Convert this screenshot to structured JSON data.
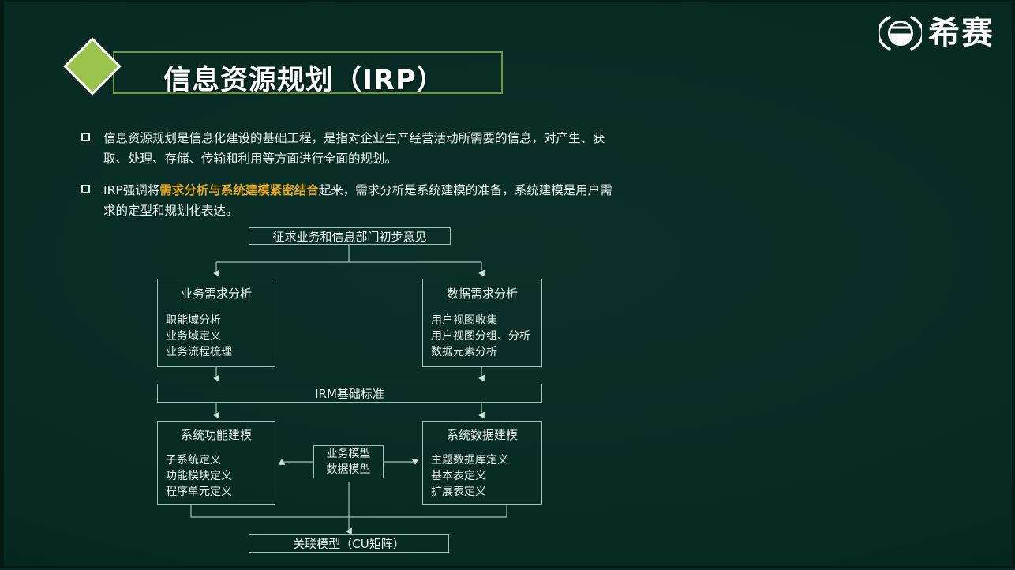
{
  "brand": {
    "logo_text": "希赛",
    "logo_mark": "circle-emblem-icon",
    "accent_green": "#9ac44c",
    "border_green": "#6e9c34",
    "highlight_orange": "#e3a81c",
    "background": "#0a2b25"
  },
  "title": {
    "heading": "信息资源规划（IRP）"
  },
  "bullets": [
    {
      "marker": "hollow-square-bullet",
      "segments": [
        {
          "text": "信息资源规划是信息化建设的基础工程，是指对企业生产经营活动所需要的信息，对产生、获取、处理、存储、传输和利用等方面进行全面的规划。",
          "highlight": false
        }
      ]
    },
    {
      "marker": "hollow-square-bullet",
      "segments": [
        {
          "text": "IRP强调将",
          "highlight": false
        },
        {
          "text": "需求分析与系统建模紧密结合",
          "highlight": true
        },
        {
          "text": "起来，需求分析是系统建模的准备，系统建模是用户需求的定型和规划化表达。",
          "highlight": false
        }
      ]
    }
  ],
  "diagram": {
    "type": "flowchart",
    "nodes": {
      "top": {
        "title": "征求业务和信息部门初步意见"
      },
      "business_req": {
        "title": "业务需求分析",
        "items": [
          "职能域分析",
          "业务域定义",
          "业务流程梳理"
        ]
      },
      "data_req": {
        "title": "数据需求分析",
        "items": [
          "用户视图收集",
          "用户视图分组、分析",
          "数据元素分析"
        ]
      },
      "irm": {
        "title": "IRM基础标准"
      },
      "func_model": {
        "title": "系统功能建模",
        "items": [
          "子系统定义",
          "功能模块定义",
          "程序单元定义"
        ]
      },
      "data_model": {
        "title": "系统数据建模",
        "items": [
          "主题数据库定义",
          "基本表定义",
          "扩展表定义"
        ]
      },
      "center": {
        "lines": [
          "业务模型",
          "数据模型"
        ]
      },
      "bottom": {
        "title": "关联模型（CU矩阵）"
      }
    },
    "edges": [
      {
        "from": "top",
        "to": "business_req"
      },
      {
        "from": "top",
        "to": "data_req"
      },
      {
        "from": "business_req",
        "to": "irm"
      },
      {
        "from": "data_req",
        "to": "irm"
      },
      {
        "from": "irm",
        "to": "func_model"
      },
      {
        "from": "irm",
        "to": "data_model"
      },
      {
        "from": "center",
        "to": "func_model"
      },
      {
        "from": "center",
        "to": "data_model"
      },
      {
        "from": "func_model",
        "to": "bottom"
      },
      {
        "from": "data_model",
        "to": "bottom"
      },
      {
        "from": "center",
        "to": "bottom"
      }
    ],
    "line_color": "#9fc4bb"
  }
}
